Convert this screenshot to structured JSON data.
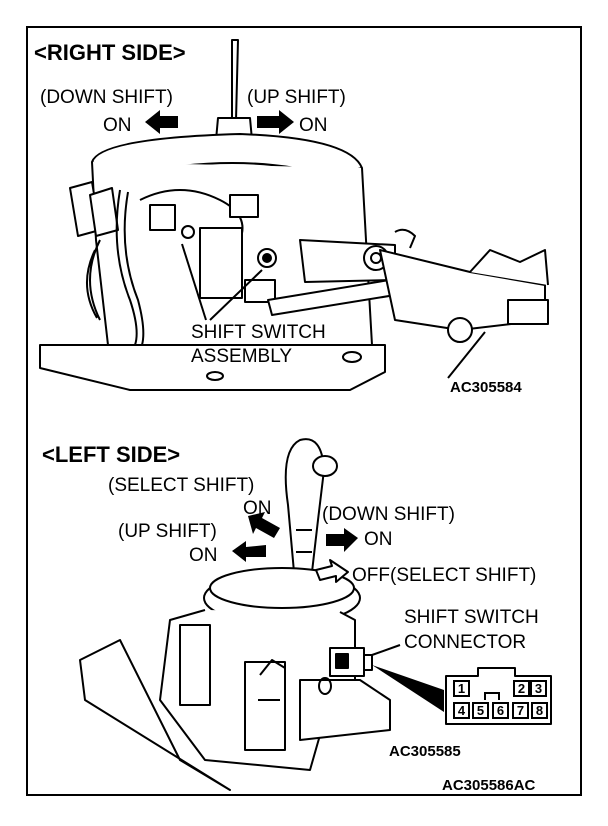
{
  "right_section": {
    "title": "<RIGHT SIDE>",
    "down_shift": "(DOWN SHIFT)",
    "down_on": "ON",
    "up_shift": "(UP SHIFT)",
    "up_on": "ON",
    "assembly_line1": "SHIFT SWITCH",
    "assembly_line2": "ASSEMBLY",
    "figure_code": "AC305584"
  },
  "left_section": {
    "title": "<LEFT SIDE>",
    "select_shift": "(SELECT SHIFT)",
    "select_on": "ON",
    "up_shift": "(UP SHIFT)",
    "up_on": "ON",
    "down_shift": "(DOWN SHIFT)",
    "down_on": "ON",
    "off_select": "OFF(SELECT SHIFT)",
    "connector_line1": "SHIFT SWITCH",
    "connector_line2": "CONNECTOR",
    "figure_code": "AC305585"
  },
  "connector_pins": {
    "top": [
      "1",
      "2",
      "3"
    ],
    "bottom": [
      "4",
      "5",
      "6",
      "7",
      "8"
    ]
  },
  "document_code": "AC305586AC"
}
